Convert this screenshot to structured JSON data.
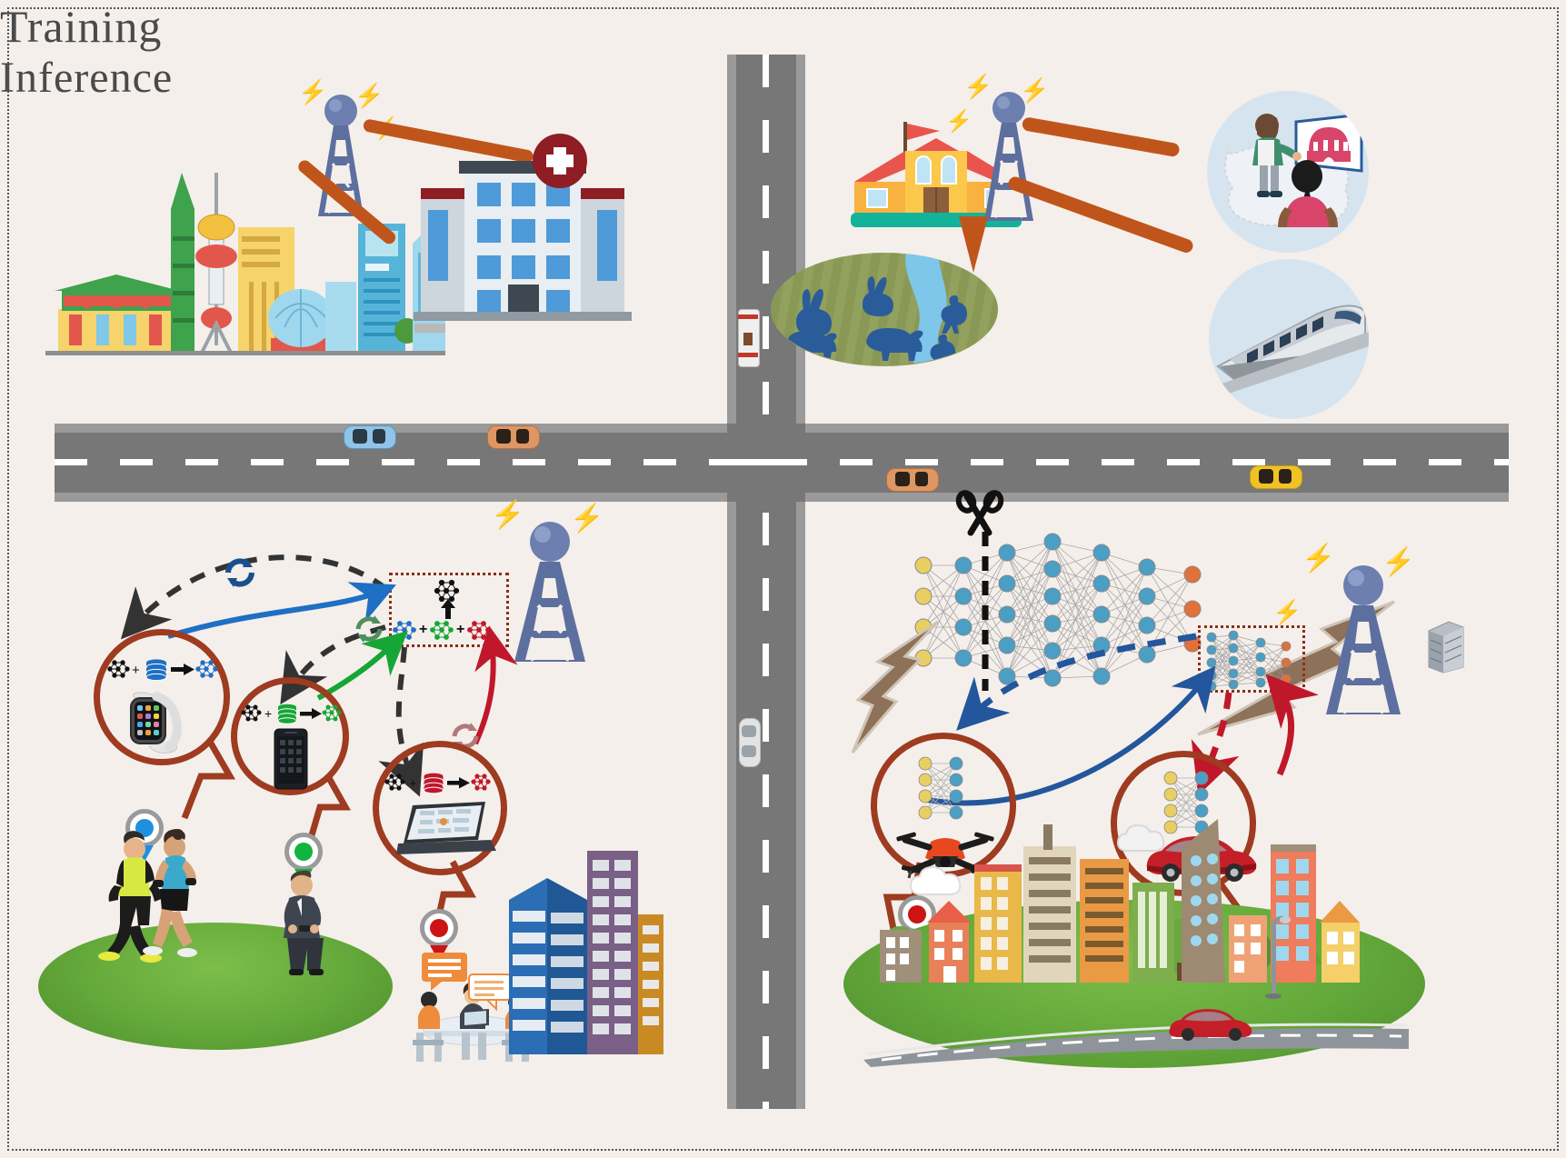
{
  "figure": {
    "title": "Federated training and split inference over wireless edge networks",
    "background_color": "#f4efeb",
    "border_style": "dotted",
    "panels": [
      {
        "id": "top-left",
        "name": "urban-city-hospital-scene"
      },
      {
        "id": "top-right",
        "name": "rural-school-farm-scene"
      },
      {
        "id": "bottom-left",
        "name": "training-panel"
      },
      {
        "id": "bottom-right",
        "name": "inference-panel"
      }
    ]
  },
  "labels": {
    "training": "Training",
    "inference": "Inference"
  },
  "colors": {
    "background": "#f4efeb",
    "road": "#777777",
    "road_dash": "#ffffff",
    "bubble_ring": "#9e3b20",
    "beam_orange": "#c0551b",
    "tower_blue": "#5d6f9e",
    "client_blue": "#1f6fc4",
    "client_green": "#16a637",
    "client_red": "#c0182a",
    "split_brown": "#8d7158",
    "nn_input_yellow": "#e9cf62",
    "nn_hidden_blue": "#4b9ec4",
    "nn_output_orange": "#e2703a",
    "grass_green": "#63a83a",
    "thought_circle": "#d6e4f0"
  },
  "top_left_scene": {
    "name": "city-and-hospital",
    "cell_tower": {
      "name": "cell-tower",
      "signal_glyph": "⚡"
    },
    "city_skyline": {
      "name": "city-skyline",
      "buildings": [
        "pagoda",
        "green-tower",
        "tv-tower",
        "yellow-tower",
        "dome-building",
        "blue-skyscraper",
        "teal-tower"
      ]
    },
    "hospital": {
      "name": "hospital-building",
      "badge": "+",
      "badge_color": "#8f1d24",
      "floors": 4,
      "windows_per_floor": 3
    },
    "beams": 2
  },
  "top_right_scene": {
    "name": "school-and-farm",
    "school": {
      "name": "school-building",
      "flag_color": "#e8554d"
    },
    "cell_tower": {
      "name": "cell-tower",
      "signal_glyph": "⚡"
    },
    "farm": {
      "name": "farm-field",
      "animals": [
        "rabbit",
        "rabbit",
        "pig",
        "cow",
        "chicken",
        "chicken"
      ],
      "river": true
    },
    "thought_circles": [
      {
        "name": "classroom-thought-circle",
        "content": "teacher-student-presentation"
      },
      {
        "name": "train-thought-circle",
        "content": "high-speed-train"
      }
    ],
    "beams": 3
  },
  "roads": {
    "horizontal": {
      "name": "horizontal-road",
      "vehicles": [
        {
          "name": "car-blue",
          "color": "#7fb8e0"
        },
        {
          "name": "car-orange",
          "color": "#d98b5b"
        },
        {
          "name": "car-orange-2",
          "color": "#d98b5b"
        },
        {
          "name": "car-yellow",
          "color": "#e8c030"
        }
      ]
    },
    "vertical": {
      "name": "vertical-road",
      "vehicles": [
        {
          "name": "truck-red-white",
          "color": "#e8e8e8"
        },
        {
          "name": "car-white",
          "color": "#dddddd"
        }
      ]
    }
  },
  "training_panel": {
    "name": "federated-training-panel",
    "title": "Training",
    "base_station": {
      "name": "base-station-tower"
    },
    "aggregation_box": {
      "name": "model-aggregation-box",
      "operator": "+",
      "result": "global-model",
      "inputs": [
        {
          "name": "local-model-blue",
          "color": "#1f6fc4"
        },
        {
          "name": "local-model-green",
          "color": "#16a637"
        },
        {
          "name": "local-model-red",
          "color": "#c0182a"
        }
      ]
    },
    "clients": [
      {
        "name": "client-smartwatch",
        "device": "smartwatch",
        "color": "#1f6fc4",
        "formula": {
          "model": "global-model",
          "plus": "+",
          "data": "local-dataset",
          "arrow": "→",
          "result": "local-model"
        },
        "marker": "blue-location-pin",
        "people": "runners"
      },
      {
        "name": "client-smartphone",
        "device": "smartphone",
        "color": "#16a637",
        "formula": {
          "model": "global-model",
          "plus": "+",
          "data": "local-dataset",
          "arrow": "→",
          "result": "local-model"
        },
        "marker": "green-location-pin",
        "people": "businessman"
      },
      {
        "name": "client-laptop",
        "device": "laptop",
        "color": "#c0182a",
        "formula": {
          "model": "global-model",
          "plus": "+",
          "data": "local-dataset",
          "arrow": "→",
          "result": "local-model"
        },
        "marker": "red-location-pin",
        "people": "office-meeting"
      }
    ],
    "arrows": [
      {
        "name": "downlink-broadcast-dashed-1",
        "style": "dashed",
        "color": "#333333"
      },
      {
        "name": "downlink-broadcast-dashed-2",
        "style": "dashed",
        "color": "#333333"
      },
      {
        "name": "downlink-broadcast-dashed-3",
        "style": "dashed",
        "color": "#333333"
      },
      {
        "name": "uplink-update-blue",
        "style": "solid",
        "color": "#1f6fc4"
      },
      {
        "name": "uplink-update-green",
        "style": "solid",
        "color": "#16a637"
      },
      {
        "name": "uplink-update-red",
        "style": "solid",
        "color": "#c0182a"
      }
    ],
    "refresh_icons": [
      {
        "name": "refresh-icon-blue",
        "color": "#1b4e8c"
      },
      {
        "name": "refresh-icon-green",
        "color": "#4f8f5e"
      },
      {
        "name": "refresh-icon-red",
        "color": "#b07a7a"
      }
    ],
    "scene": {
      "name": "training-ground",
      "items": [
        "runners",
        "businessman",
        "office-meeting",
        "office-buildings"
      ]
    }
  },
  "inference_panel": {
    "name": "split-inference-panel",
    "title": "Inference",
    "base_station": {
      "name": "base-station-tower"
    },
    "server_rack": {
      "name": "edge-server-rack"
    },
    "full_network": {
      "name": "full-neural-network",
      "layers": [
        4,
        4,
        5,
        6,
        5,
        4,
        3
      ],
      "input_color": "#e9cf62",
      "hidden_color": "#4b9ec4",
      "output_color": "#e2703a",
      "split_after_layer": 2
    },
    "scissors_icon": {
      "name": "scissors-icon",
      "glyph": "✂",
      "cut_line": "dashed"
    },
    "device_sub_networks": [
      {
        "name": "drone-sub-network",
        "device": "drone",
        "layers": [
          4,
          4
        ],
        "marker": "red-location-pin"
      },
      {
        "name": "car-sub-network",
        "device": "car",
        "layers": [
          4,
          4
        ],
        "marker": "red-location-pin"
      }
    ],
    "server_sub_network": {
      "name": "server-sub-network",
      "layers": [
        5,
        5,
        4,
        3
      ]
    },
    "arrows": [
      {
        "name": "feature-upload-blue-solid",
        "style": "solid",
        "color": "#23569c"
      },
      {
        "name": "feature-upload-blue-dashed",
        "style": "dashed",
        "color": "#23569c"
      },
      {
        "name": "result-download-red-solid",
        "style": "solid",
        "color": "#c0182a"
      },
      {
        "name": "result-download-red-dashed",
        "style": "dashed",
        "color": "#c0182a"
      }
    ],
    "split_bolts": [
      {
        "name": "split-bolt-left",
        "color": "#8d7158"
      },
      {
        "name": "split-bolt-right",
        "color": "#8d7158"
      }
    ],
    "scene": {
      "name": "smart-city-ground",
      "items": [
        "city-buildings",
        "trees",
        "road",
        "red-car",
        "street-lamp"
      ]
    }
  }
}
